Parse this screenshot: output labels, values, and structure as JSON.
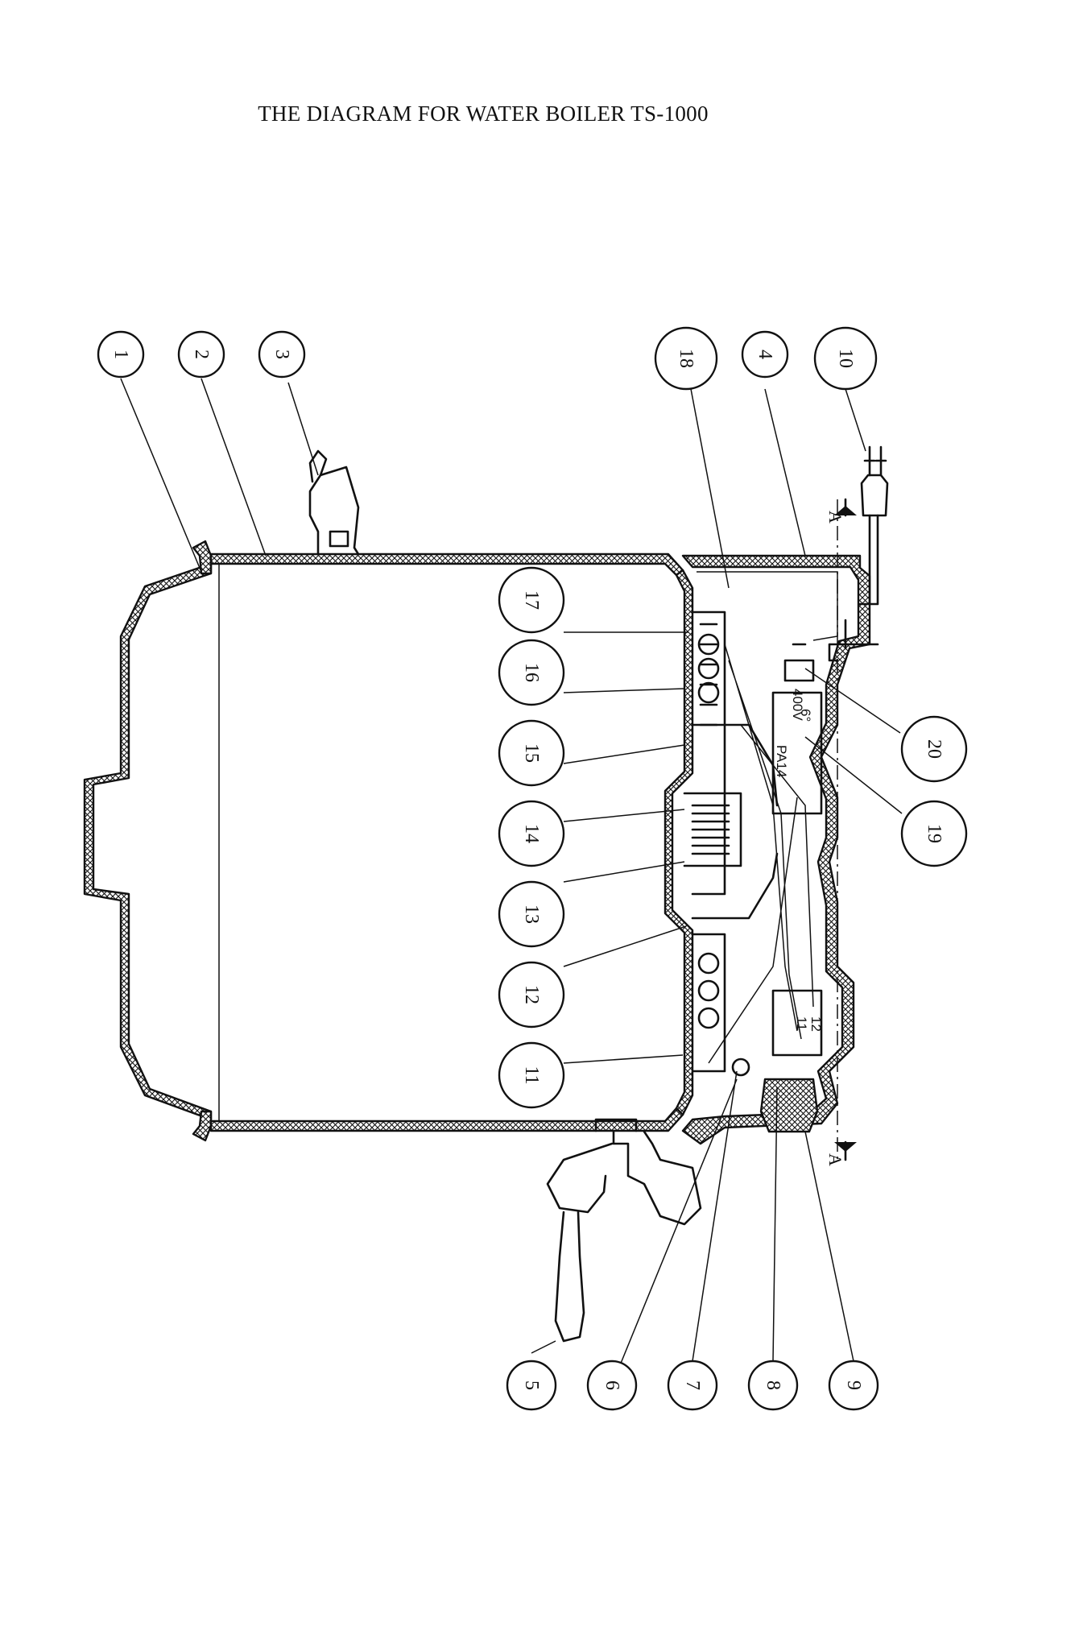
{
  "title": "THE DIAGRAM FOR WATER BOILER TS-1000",
  "callouts": [
    "1",
    "2",
    "3",
    "18",
    "4",
    "10",
    "17",
    "16",
    "15",
    "14",
    "13",
    "12",
    "11",
    "20",
    "19",
    "5",
    "6",
    "7",
    "8",
    "9"
  ],
  "inline_labels": {
    "voltage": "400V",
    "rating": "PA14",
    "angle": "6°",
    "terminal_a": "11",
    "terminal_b": "12"
  },
  "section_marks": [
    "A",
    "A"
  ],
  "colors": {
    "ink": "#111111",
    "paper": "#ffffff"
  }
}
